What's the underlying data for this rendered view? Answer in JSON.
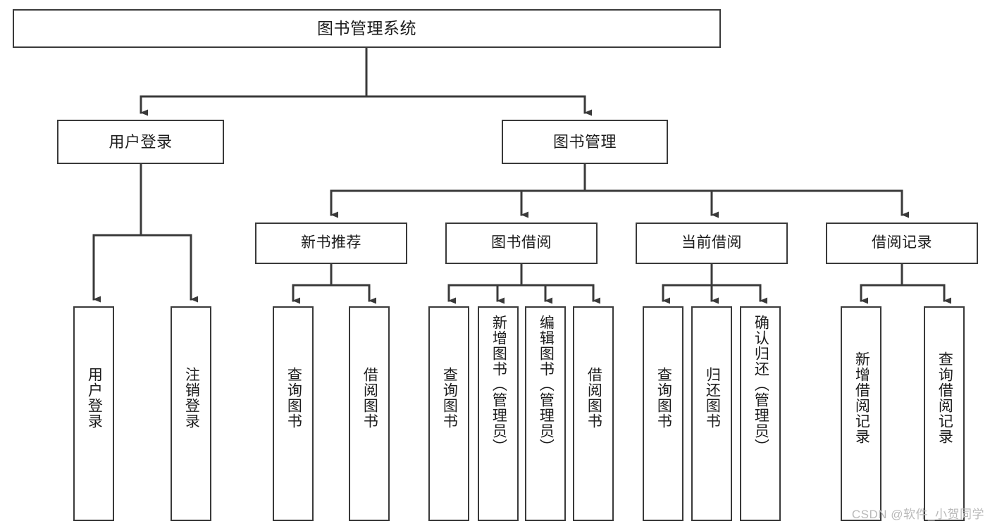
{
  "diagram": {
    "title": "图书管理系统",
    "type": "tree-hierarchy-chart",
    "stroke_color": "#3a3a3a",
    "background_color": "#ffffff",
    "text_color": "#1c1c1c",
    "root": {
      "label": "图书管理系统"
    },
    "level2": [
      {
        "label": "用户登录"
      },
      {
        "label": "图书管理"
      }
    ],
    "level3": [
      {
        "label": "新书推荐"
      },
      {
        "label": "图书借阅"
      },
      {
        "label": "当前借阅"
      },
      {
        "label": "借阅记录"
      }
    ],
    "leaves": {
      "user_login": [
        {
          "label": "用户登录"
        },
        {
          "label": "注销登录"
        }
      ],
      "new_book_recommend": [
        {
          "label": "查询图书"
        },
        {
          "label": "借阅图书"
        }
      ],
      "book_borrow": [
        {
          "label": "查询图书"
        },
        {
          "label": "新增图书（管理员）"
        },
        {
          "label": "编辑图书（管理员）"
        },
        {
          "label": "借阅图书"
        }
      ],
      "current_borrow": [
        {
          "label": "查询图书"
        },
        {
          "label": "归还图书"
        },
        {
          "label": "确认归还（管理员）"
        }
      ],
      "borrow_record": [
        {
          "label": "新增借阅记录"
        },
        {
          "label": "查询借阅记录"
        }
      ]
    }
  },
  "watermark": {
    "text": "CSDN @软件_小贺同学"
  }
}
